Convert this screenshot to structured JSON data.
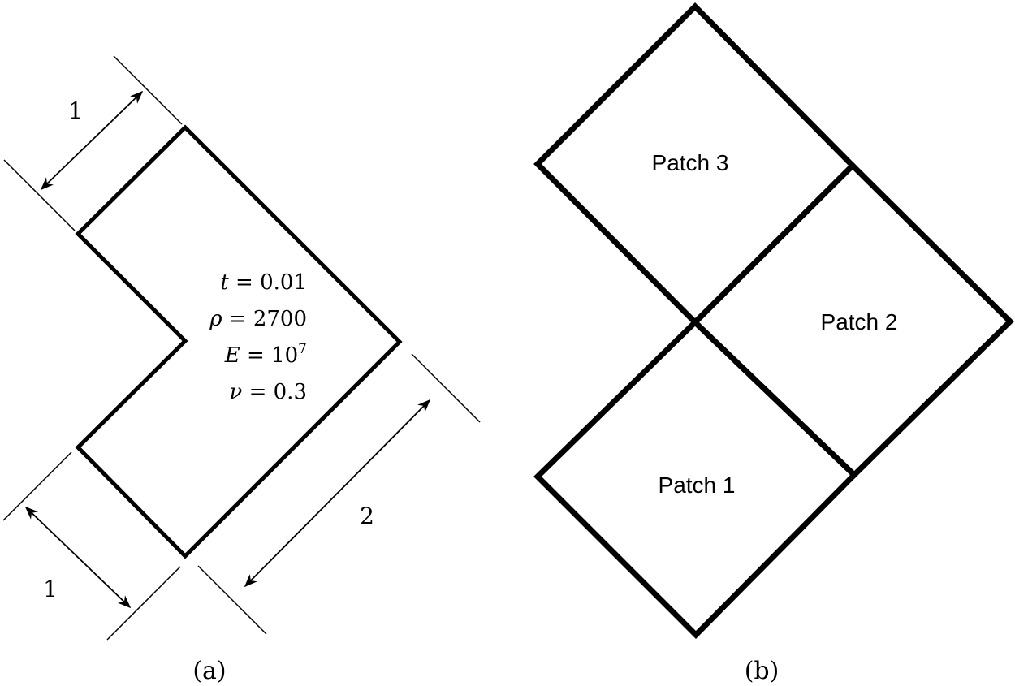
{
  "panel_a": {
    "caption": "(a)",
    "dim_top_left": "1",
    "dim_bottom_left": "1",
    "dim_bottom_right": "2",
    "params": [
      {
        "symbol": "t",
        "italic": true,
        "eq": " = ",
        "value": "0.01",
        "sup": ""
      },
      {
        "symbol": "ρ",
        "italic": true,
        "eq": " = ",
        "value": "2700",
        "sup": ""
      },
      {
        "symbol": "E",
        "italic": true,
        "eq": " = ",
        "value": "10",
        "sup": "7"
      },
      {
        "symbol": "ν",
        "italic": true,
        "eq": " = ",
        "value": "0.3",
        "sup": ""
      }
    ]
  },
  "panel_b": {
    "caption": "(b)",
    "patches": [
      "Patch 1",
      "Patch 2",
      "Patch 3"
    ]
  },
  "colors": {
    "stroke": "#000000",
    "background": "#ffffff"
  }
}
